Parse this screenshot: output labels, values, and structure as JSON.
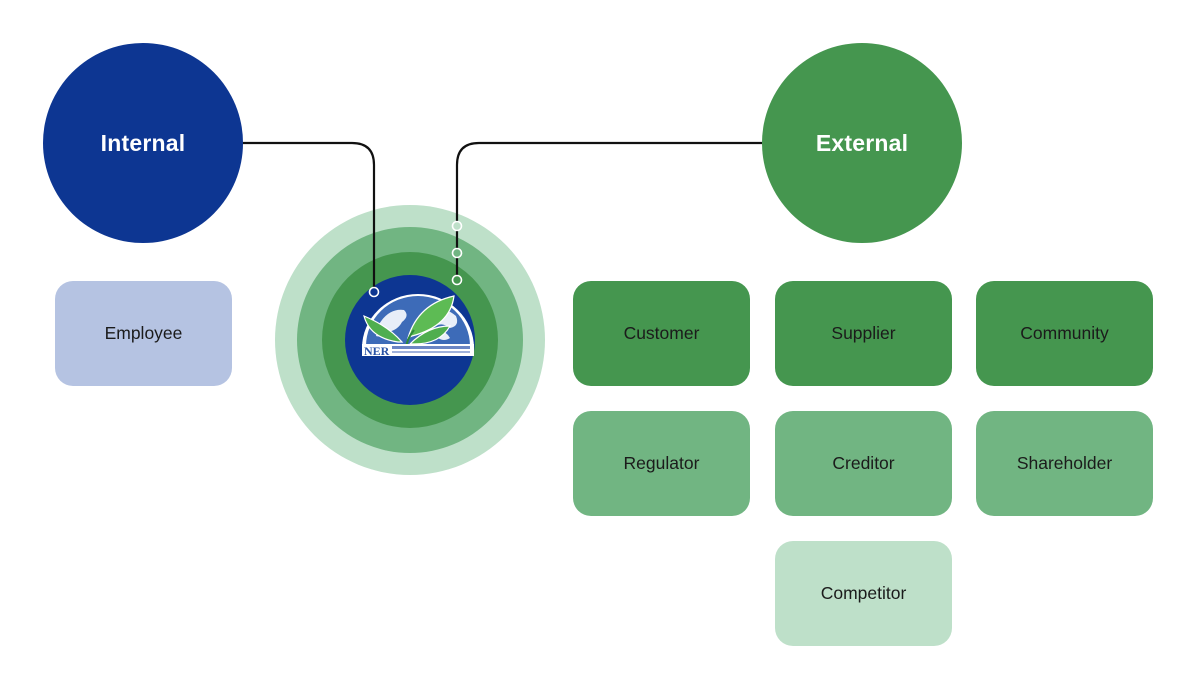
{
  "diagram": {
    "title": "Stakeholder groups",
    "colors": {
      "internal_blue": "#0d3692",
      "external_green": "#45964f",
      "internal_box": "#b5c3e2",
      "primary_box": "#45964f",
      "secondary_box": "#71b582",
      "tertiary_box": "#bee0c9",
      "ring_outer": "#bee0c9",
      "ring_2": "#71b582",
      "ring_3": "#45964f",
      "core": "#0d3692",
      "connector": "#111111"
    },
    "center": {
      "logo_label": "NER",
      "logo_icon": "leaf-globe-logo"
    },
    "internal": {
      "label": "Internal",
      "stakeholders": [
        {
          "label": "Employee",
          "tier": "internal"
        }
      ]
    },
    "external": {
      "label": "External",
      "stakeholders": [
        {
          "label": "Customer",
          "tier": "primary"
        },
        {
          "label": "Supplier",
          "tier": "primary"
        },
        {
          "label": "Community",
          "tier": "primary"
        },
        {
          "label": "Regulator",
          "tier": "secondary"
        },
        {
          "label": "Creditor",
          "tier": "secondary"
        },
        {
          "label": "Shareholder",
          "tier": "secondary"
        },
        {
          "label": "Competitor",
          "tier": "tertiary"
        }
      ]
    }
  }
}
